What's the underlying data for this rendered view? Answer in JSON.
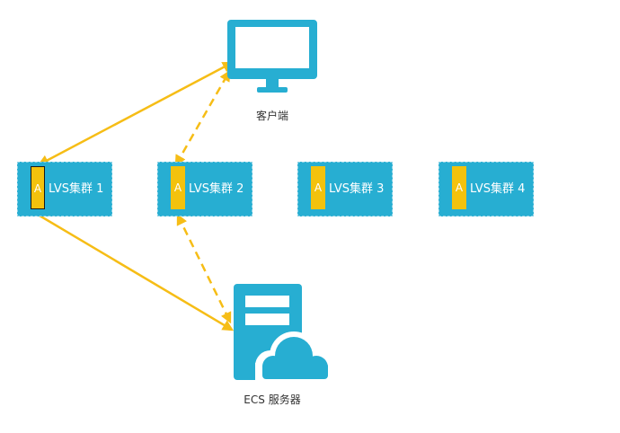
{
  "client": {
    "label": "客户端",
    "icon": "monitor-icon"
  },
  "server": {
    "label": "ECS 服务器",
    "icon": "cloud-server-icon"
  },
  "clusters": [
    {
      "badge": "A",
      "name": "LVS集群 1"
    },
    {
      "badge": "A",
      "name": "LVS集群 2"
    },
    {
      "badge": "A",
      "name": "LVS集群 3"
    },
    {
      "badge": "A",
      "name": "LVS集群 4"
    }
  ],
  "colors": {
    "accent": "#27aed2",
    "badge": "#f3c20d",
    "connector": "#f6bd16"
  }
}
